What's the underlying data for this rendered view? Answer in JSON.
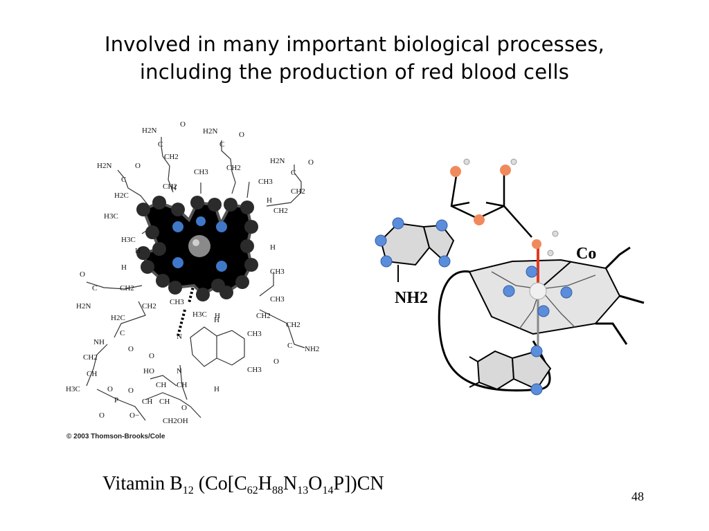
{
  "slide": {
    "title_line1": "Involved in many important biological processes,",
    "title_line2": "including the production of red blood cells",
    "copyright": "© 2003 Thomson-Brooks/Cole",
    "formula": {
      "p1": "Vitamin B",
      "s1": "12",
      "p2": " (Co[C",
      "s2": "62",
      "p3": "H",
      "s3": "88",
      "p4": "N",
      "s4": "13",
      "p5": "O",
      "s5": "14",
      "p6": "P])CN"
    },
    "page_number": "48"
  },
  "figure_left": {
    "labels": {
      "h2n": "H2N",
      "nh2": "NH2",
      "c": "C",
      "o": "O",
      "ch2": "CH2",
      "ch3": "CH3",
      "h": "H",
      "n": "N",
      "h2c": "H2C",
      "h3c": "H3C",
      "nh": "NH",
      "ho": "HO",
      "ch": "CH",
      "p": "P",
      "o_minus": "O−",
      "ch2oh": "CH2OH"
    }
  },
  "figure_right": {
    "co_label": "Co",
    "nh2_label": "NH2"
  },
  "colors": {
    "carbon": "#2b2b2b",
    "nitrogen": "#3f78c8",
    "cobalt": "#8a8a8a",
    "oxygen": "#f08a5d",
    "bond_highlight": "#e23a1f",
    "ring_fill": "#d9d9d9"
  }
}
